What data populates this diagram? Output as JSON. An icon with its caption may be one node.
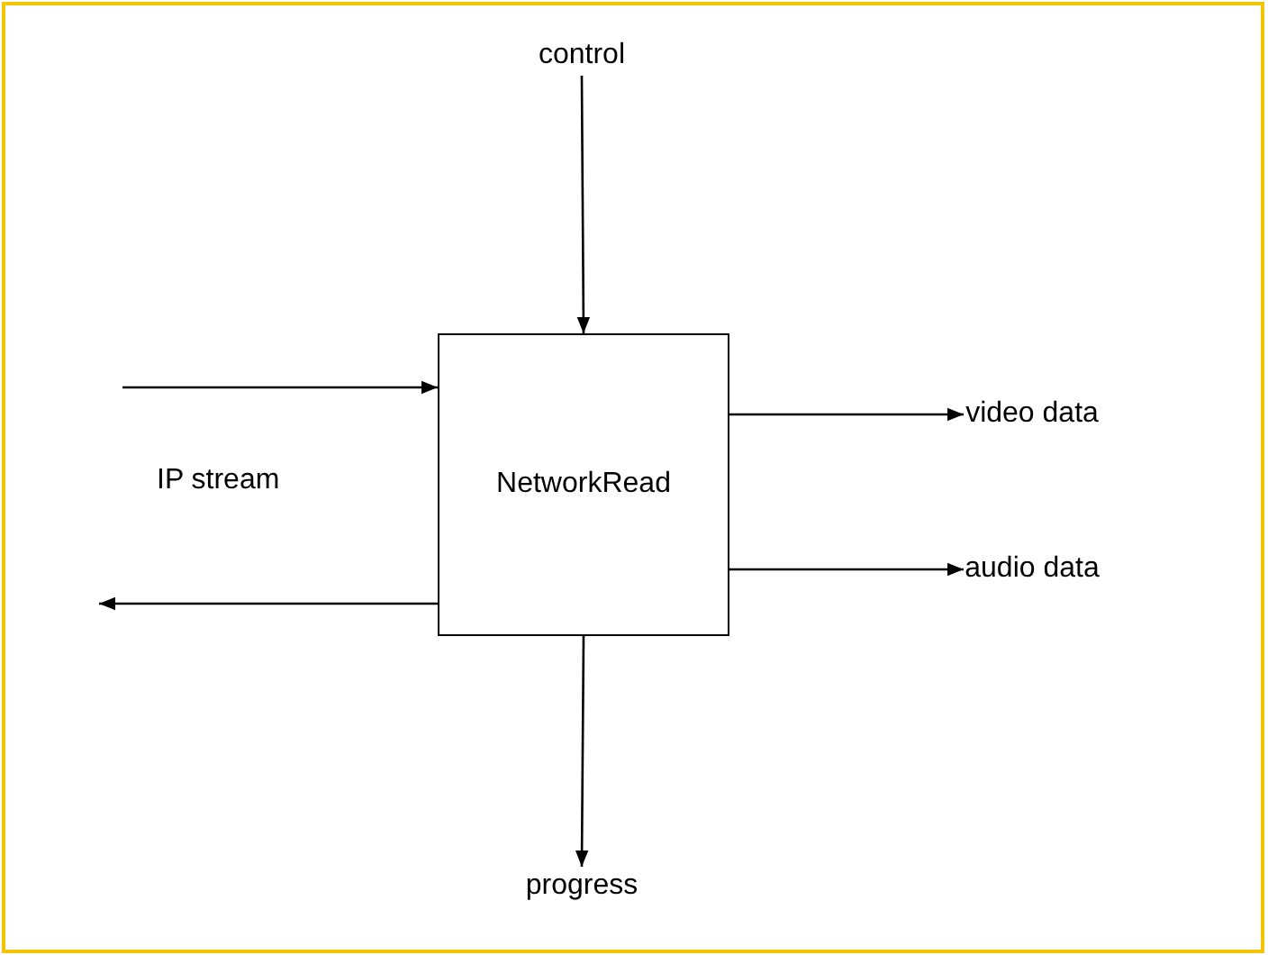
{
  "diagram": {
    "nodes": [
      {
        "text": [
          "control"
        ]
      },
      {
        "text": [
          "NetworkRead"
        ]
      },
      {
        "text": [
          "video data"
        ]
      },
      {
        "text": [
          "audio data"
        ]
      },
      {
        "text": [
          "progress"
        ]
      }
    ],
    "edges": [
      {
        "from": 0,
        "to": 1,
        "arrow": "to"
      },
      {
        "from": null,
        "to": 1,
        "arrow": "to"
      },
      {
        "from": 1,
        "to": null,
        "arrow": "to"
      },
      {
        "from": 1,
        "to": 2,
        "arrow": "to"
      },
      {
        "from": 1,
        "to": 3,
        "arrow": "to"
      },
      {
        "from": 1,
        "to": 4,
        "arrow": "to"
      }
    ],
    "labels": [
      "IP stream"
    ]
  }
}
